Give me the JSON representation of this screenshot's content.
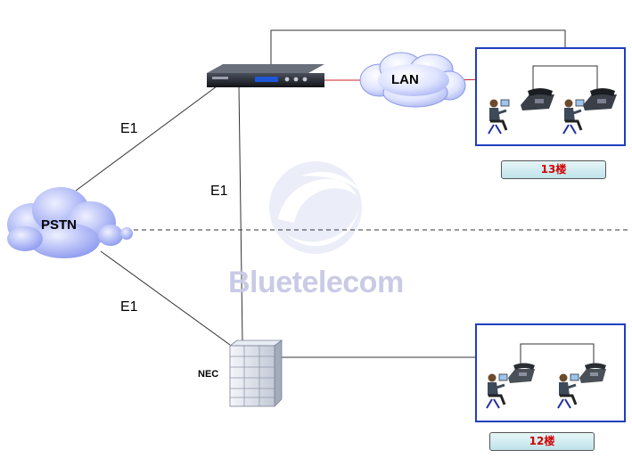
{
  "labels": {
    "pstn": "PSTN",
    "lan": "LAN",
    "e1_top": "E1",
    "e1_mid": "E1",
    "e1_bottom": "E1",
    "nec": "NEC",
    "floor13": "13楼",
    "floor12": "12楼"
  },
  "watermark": "Bluetelecom",
  "icons": {
    "gateway": "gateway-device-icon",
    "pbx": "pbx-cabinet-icon",
    "phone": "desk-phone-icon",
    "user": "seated-user-icon"
  },
  "colors": {
    "cloud_fill": "#a9b4f5",
    "box_border": "#1f3fc0",
    "lan_link": "#cc2222",
    "floor_text": "#d00000",
    "watermark": "#c9cbe6"
  }
}
